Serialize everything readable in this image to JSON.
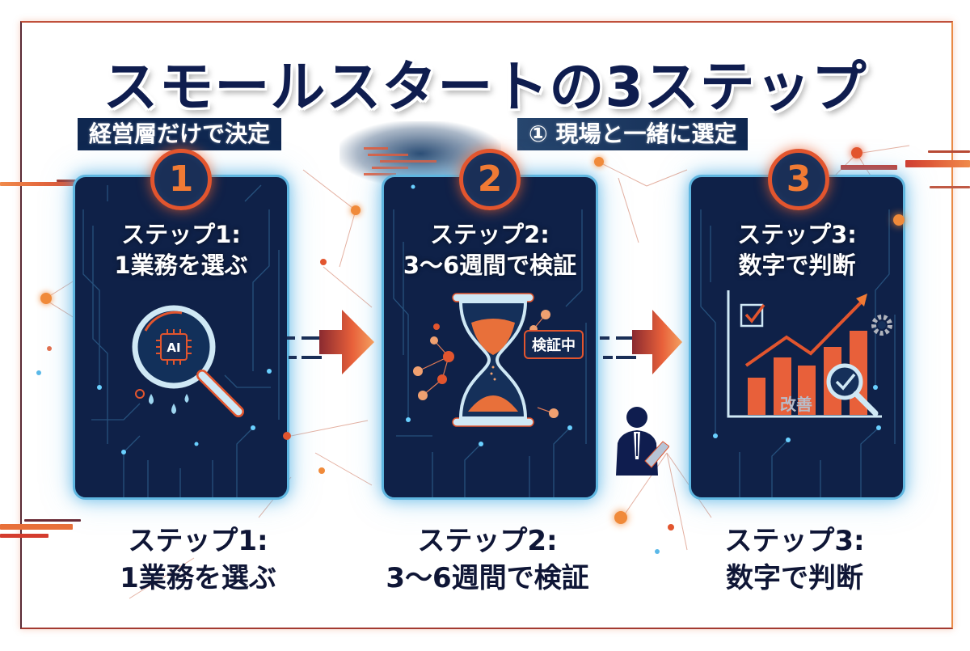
{
  "title": "スモールスタートの3ステップ",
  "banners": {
    "left": "経営層だけで決定",
    "right": "① 現場と一緒に選定"
  },
  "steps": [
    {
      "number": "1",
      "card_title_line1": "ステップ1:",
      "card_title_line2": "1業務を選ぶ",
      "icon": "magnifier-ai-chip-icon",
      "icon_text": "AI",
      "label_line1": "ステップ1:",
      "label_line2": "1業務を選ぶ"
    },
    {
      "number": "2",
      "card_title_line1": "ステップ2:",
      "card_title_line2": "3〜6週間で検証",
      "icon": "hourglass-icon",
      "tag": "検証中",
      "label_line1": "ステップ2:",
      "label_line2": "3〜6週間で検証"
    },
    {
      "number": "3",
      "card_title_line1": "ステップ3:",
      "card_title_line2": "数字で判断",
      "icon": "bar-chart-growth-icon",
      "chart_caption": "改善",
      "label_line1": "ステップ3:",
      "label_line2": "数字で判断"
    }
  ],
  "colors": {
    "title": "#0f1d4f",
    "card_bg": "#0f2148",
    "card_glow": "#5fb6e0",
    "accent_orange": "#e2552e",
    "banner_bg": "#0f2750"
  }
}
